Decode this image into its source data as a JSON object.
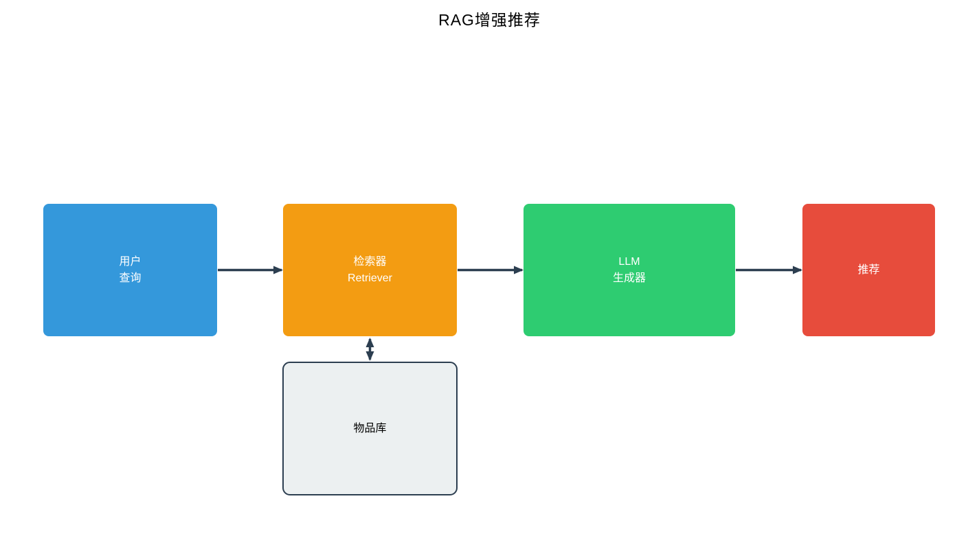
{
  "title": "RAG增强推荐",
  "colors": {
    "background": "#ffffff",
    "arrow": "#2c3e50",
    "title_text": "#000000"
  },
  "nodes": [
    {
      "id": "user-query",
      "label": "用户\n查询",
      "color": "#3498db",
      "text_color": "#ffffff"
    },
    {
      "id": "retriever",
      "label": "检索器\nRetriever",
      "color": "#f39c12",
      "text_color": "#ffffff"
    },
    {
      "id": "llm-generator",
      "label": "LLM\n生成器",
      "color": "#2ecc71",
      "text_color": "#ffffff"
    },
    {
      "id": "recommendation",
      "label": "推荐",
      "color": "#e74c3c",
      "text_color": "#ffffff"
    },
    {
      "id": "item-store",
      "label": "物品库",
      "color": "#ecf0f1",
      "text_color": "#000000",
      "border_color": "#2c3e50"
    }
  ],
  "edges": [
    {
      "from": "user-query",
      "to": "retriever",
      "direction": "one-way"
    },
    {
      "from": "retriever",
      "to": "llm-generator",
      "direction": "one-way"
    },
    {
      "from": "llm-generator",
      "to": "recommendation",
      "direction": "one-way"
    },
    {
      "from": "retriever",
      "to": "item-store",
      "direction": "two-way"
    }
  ]
}
